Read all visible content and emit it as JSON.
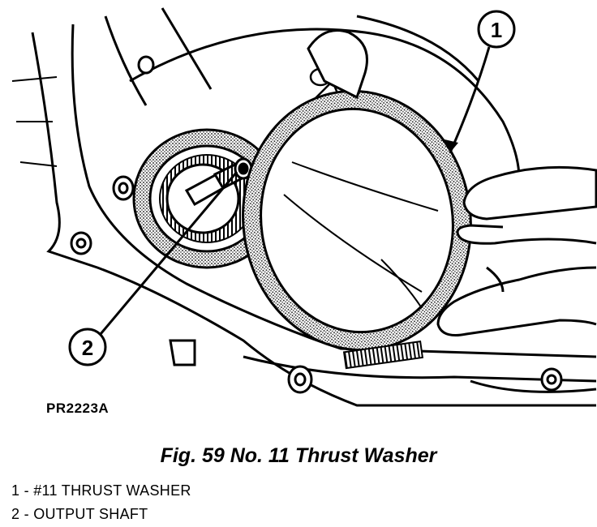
{
  "figure": {
    "code": "PR2223A",
    "caption": "Fig. 59 No. 11 Thrust Washer",
    "callouts": [
      {
        "number": "1",
        "label": "1 - #11 THRUST WASHER"
      },
      {
        "number": "2",
        "label": "2 - OUTPUT SHAFT"
      }
    ]
  },
  "colors": {
    "ink": "#000000",
    "paper": "#ffffff",
    "stipple": "#8a8a8a"
  }
}
